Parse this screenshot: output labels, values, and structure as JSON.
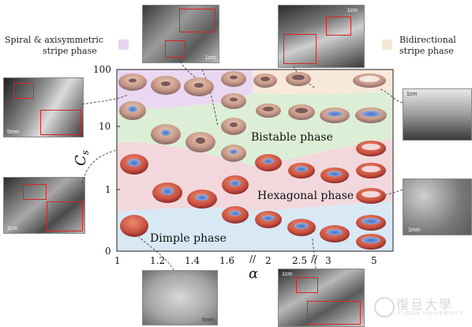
{
  "legend": {
    "spiral_line1": "Spiral & axisymmetric",
    "spiral_line2": "stripe phase",
    "spiral_color": "#e8d4f2",
    "bidir_line1": "Bidirectional",
    "bidir_line2": "stripe phase",
    "bidir_color": "#f6e6d6"
  },
  "axes": {
    "y_label": "C",
    "y_label_sub": "s",
    "x_label": "α",
    "y_ticks": [
      "100",
      "10",
      "1",
      "0"
    ],
    "x_ticks": [
      "1",
      "1.2",
      "1.4",
      "1.6",
      "2",
      "2.5",
      "3",
      "5"
    ]
  },
  "phases": {
    "bistable": "Bistable phase",
    "hexagonal": "Hexagonal phase",
    "dimple": "Dimple phase"
  },
  "region_colors": {
    "spiral": "#ead8f2",
    "bidir": "#f7e8da",
    "bistable": "#dcefd6",
    "hexagonal": "#f2d8dc",
    "dimple": "#d8e8f4"
  },
  "scale_bars": {
    "top_left": "1cm",
    "top_right": "1cm",
    "left_top": "5mm",
    "left_bottom": "1cm",
    "right_top": "1cm",
    "right_bottom": "1mm",
    "bottom_left": "5mm",
    "bottom_right": "1cm"
  },
  "watermark": {
    "chinese": "復旦大學",
    "english": "FUDAN UNIVERSITY"
  }
}
